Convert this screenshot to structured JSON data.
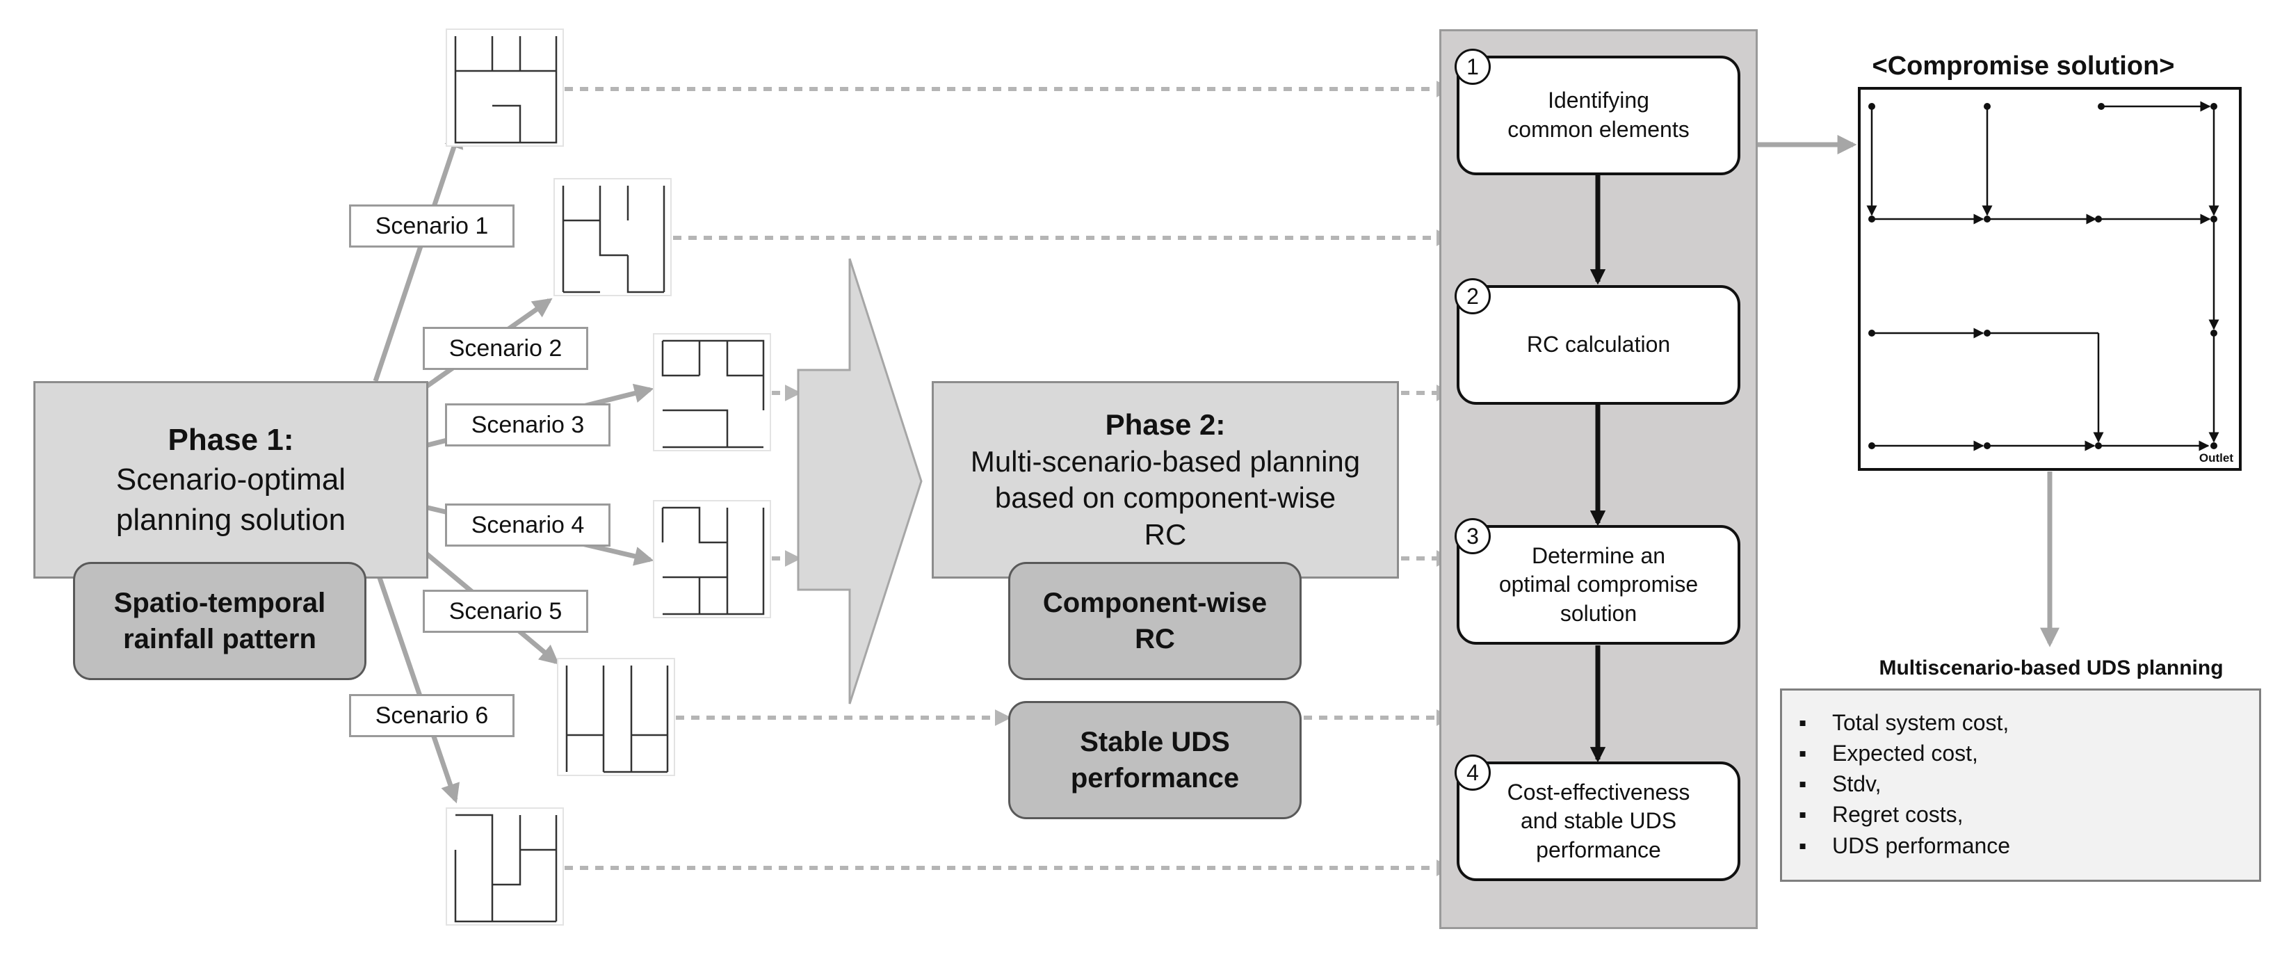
{
  "phase1": {
    "title": "Phase 1:",
    "line1": "Scenario-optimal",
    "line2": "planning solution",
    "sub_line1": "Spatio-temporal",
    "sub_line2": "rainfall pattern"
  },
  "scenarios": [
    "Scenario 1",
    "Scenario 2",
    "Scenario 3",
    "Scenario 4",
    "Scenario 5",
    "Scenario 6"
  ],
  "phase2": {
    "title": "Phase 2:",
    "line1": "Multi-scenario-based planning",
    "line2": "based on component-wise",
    "line3": "RC",
    "box1_line1": "Component-wise",
    "box1_line2": "RC",
    "box2_line1": "Stable UDS",
    "box2_line2": "performance"
  },
  "steps": [
    {
      "num": "1",
      "lines": [
        "Identifying",
        "common elements"
      ]
    },
    {
      "num": "2",
      "lines": [
        "RC calculation"
      ]
    },
    {
      "num": "3",
      "lines": [
        "Determine an",
        "optimal compromise",
        "solution"
      ]
    },
    {
      "num": "4",
      "lines": [
        "Cost-effectiveness",
        "and stable UDS",
        "performance"
      ]
    }
  ],
  "compromise": {
    "title": "<Compromise solution>",
    "outlet": "Outlet"
  },
  "results": {
    "title": "Multiscenario-based UDS planning",
    "items": [
      "Total system cost,",
      "Expected cost,",
      "Stdv,",
      "Regret costs,",
      "UDS performance"
    ]
  },
  "colors": {
    "panel": "#d0cece",
    "light_box": "#d9d9d9",
    "dark_box": "#bfbfbf",
    "arrow_gray": "#a6a6a6"
  }
}
